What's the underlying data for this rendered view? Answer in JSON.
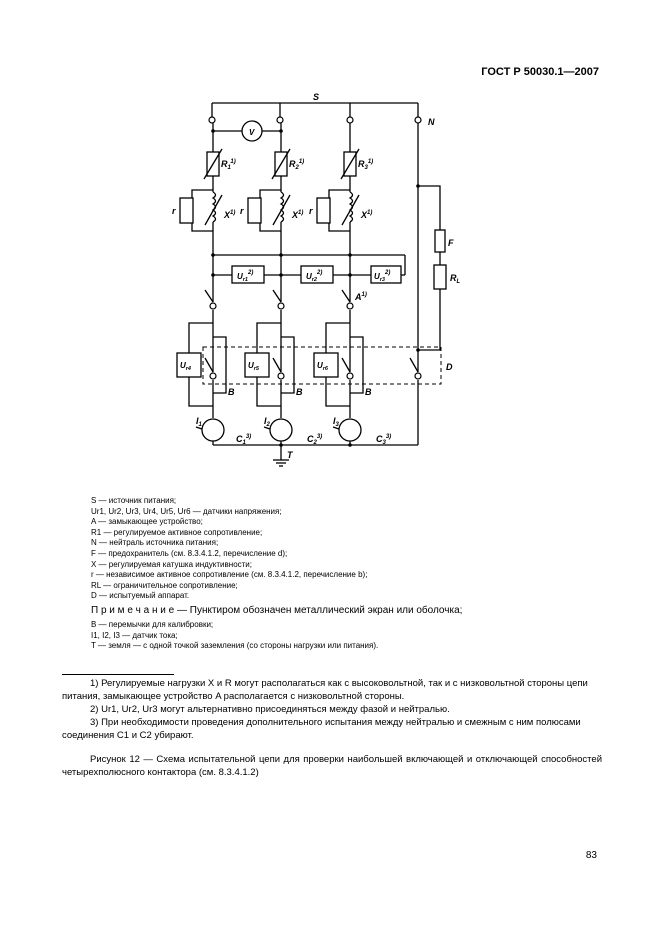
{
  "header": {
    "standard": "ГОСТ Р 50030.1—2007"
  },
  "diagram_labels": {
    "S": "S",
    "N": "N",
    "V": "V",
    "R1": "R",
    "R2": "R",
    "R3": "R",
    "r": "r",
    "X": "X",
    "sup1": "1)",
    "sup2": "2)",
    "sup3": "3)",
    "F": "F",
    "RL": "R",
    "L": "L",
    "A": "A",
    "B": "B",
    "D": "D",
    "T": "T",
    "U": "U",
    "Ur": "r",
    "C": "C",
    "I": "I",
    "i1": "1",
    "i2": "2",
    "i3": "3",
    "i4": "4",
    "i5": "5",
    "i6": "6"
  },
  "legend": {
    "items": [
      "S — источник питания;",
      "Ur1, Ur2, Ur3, Ur4, Ur5, Ur6 — датчики напряжения;",
      "A — замыкающее устройство;",
      "R1 — регулируемое активное сопротивление;",
      "N — нейтраль источника питания;",
      "F — предохранитель (см. 8.3.4.1.2, перечисление d);",
      "X — регулируемая катушка индуктивности;",
      "r — независимое активное сопротивление (см. 8.3.4.1.2, перечисление b);",
      "RL — ограничительное сопротивление;",
      "D — испытуемый аппарат."
    ],
    "note_label": "П р и м е ч а н и е",
    "note_text": " — Пунктиром обозначен металлический экран или оболочка;",
    "items2": [
      "B — перемычки для калибровки;",
      "I1, I2, I3 — датчик тока;",
      "T — земля — с одной точкой заземления (со стороны нагрузки или питания)."
    ]
  },
  "footnotes": [
    "1) Регулируемые нагрузки X и R могут располагаться как с высоковольтной, так и с низковольтной стороны цепи питания, замыкающее устройство A располагается с низковольтной стороны.",
    "2) Ur1, Ur2, Ur3 могут альтернативно присоединяться между фазой и нейтралью.",
    "3) При необходимости проведения дополнительного испытания между нейтралью и смежным с ним полюсами соединения C1 и C2 убирают."
  ],
  "caption": "Рисунок 12 — Схема испытательной цепи для проверки наибольшей включающей и отключающей способностей четырехполюсного контактора (см. 8.3.4.1.2)",
  "page_number": "83"
}
